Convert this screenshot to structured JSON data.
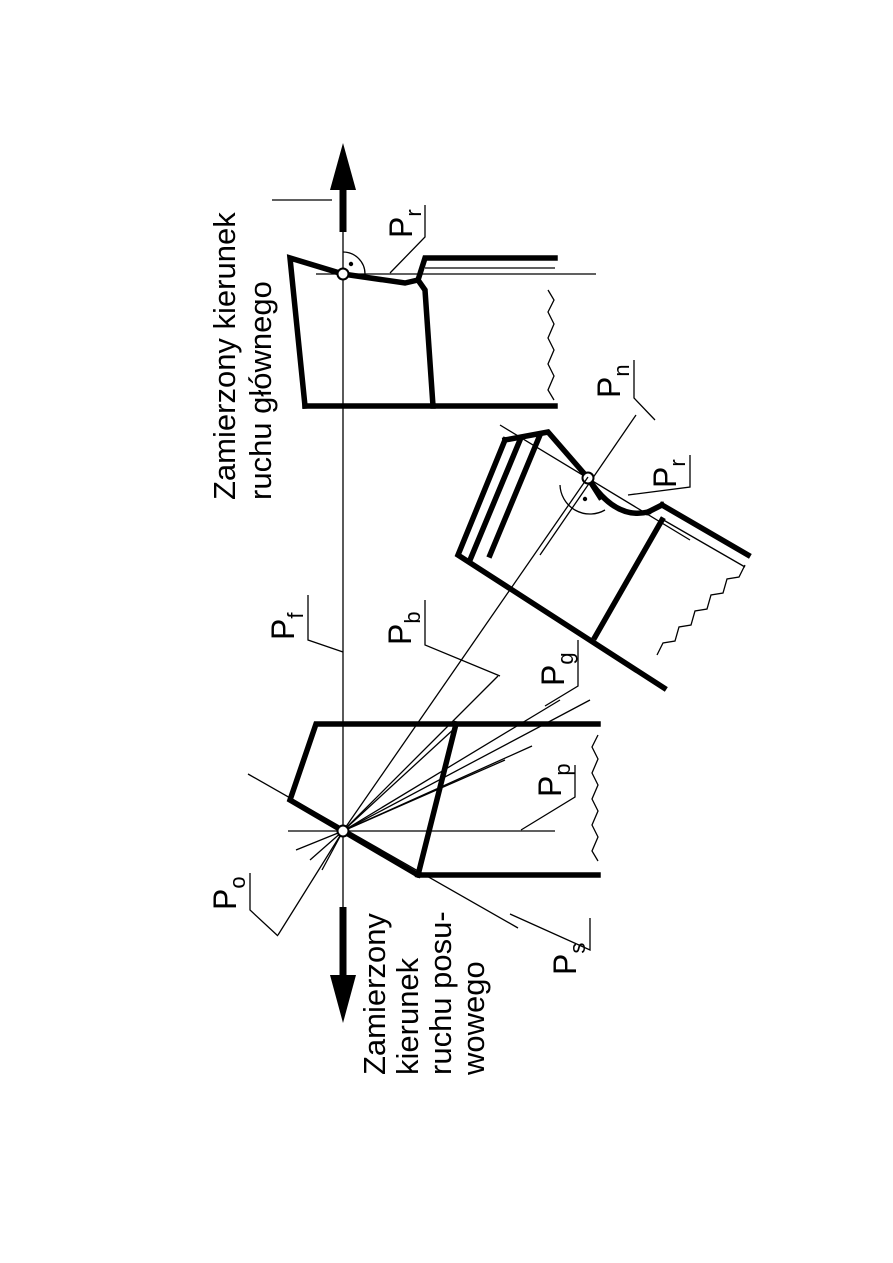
{
  "figure": {
    "labels": {
      "main_direction": [
        "Zamierzony kierunek",
        "ruchu głównego"
      ],
      "feed_direction": [
        "Zamierzony",
        "kierunek",
        "ruchu posu-",
        "wowego"
      ]
    },
    "planes": [
      {
        "id": "pr_top",
        "symbol": "P",
        "subscript": "r"
      },
      {
        "id": "pn",
        "symbol": "P",
        "subscript": "n"
      },
      {
        "id": "pr_mid",
        "symbol": "P",
        "subscript": "r"
      },
      {
        "id": "pf",
        "symbol": "P",
        "subscript": "f"
      },
      {
        "id": "pb",
        "symbol": "P",
        "subscript": "b"
      },
      {
        "id": "pg",
        "symbol": "P",
        "subscript": "g"
      },
      {
        "id": "pp",
        "symbol": "P",
        "subscript": "p"
      },
      {
        "id": "po",
        "symbol": "P",
        "subscript": "o"
      },
      {
        "id": "ps",
        "symbol": "P",
        "subscript": "s"
      }
    ]
  }
}
